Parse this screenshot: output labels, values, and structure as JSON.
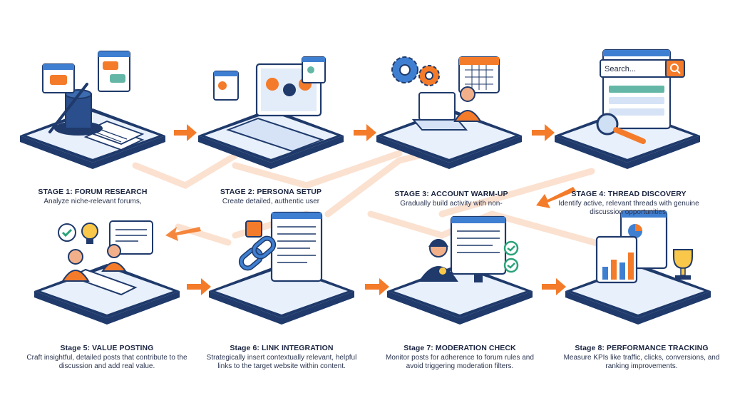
{
  "stages": [
    {
      "title": "STAGE 1: FORUM RESEARCH",
      "desc": "Analyze niche-relevant forums,"
    },
    {
      "title": "STAGE 2: PERSONA SETUP",
      "desc": "Create detailed, authentic user"
    },
    {
      "title": "STAGE 3: ACCOUNT WARM-UP",
      "desc": "Gradually build activity with non-"
    },
    {
      "title": "STAGE 4: THREAD DISCOVERY",
      "desc": "Identify active, relevant threads with genuine discussion opportunities."
    },
    {
      "title": "Stage 5: VALUE POSTING",
      "desc": "Craft insightful, detailed posts that contribute to the discussion and add real value."
    },
    {
      "title": "Stage 6: LINK INTEGRATION",
      "desc": "Strategically insert contextually relevant, helpful links to the target website within content."
    },
    {
      "title": "Stage 7: MODERATION CHECK",
      "desc": "Monitor posts for adherence to forum rules and avoid triggering moderation filters."
    },
    {
      "title": "Stage 8: PERFORMANCE TRACKING",
      "desc": "Measure KPIs like traffic, clicks, conversions, and ranking improvements."
    }
  ],
  "search_box": {
    "placeholder": "Search..."
  },
  "colors": {
    "accent": "#f47b2a",
    "navy": "#1f3a6b",
    "platform": "#e6eefb",
    "platform_side": "#1f3a6b",
    "path": "#fbd9c2"
  },
  "icons": [
    "hat-icon",
    "chat-icon",
    "laptop-icon",
    "id-badge-icon",
    "gear-icon",
    "calendar-icon",
    "search-icon",
    "magnifier-icon",
    "checkmark-icon",
    "lightbulb-icon",
    "chain-link-icon",
    "shield-check-icon",
    "trophy-icon",
    "bar-chart-icon",
    "pie-chart-icon"
  ]
}
